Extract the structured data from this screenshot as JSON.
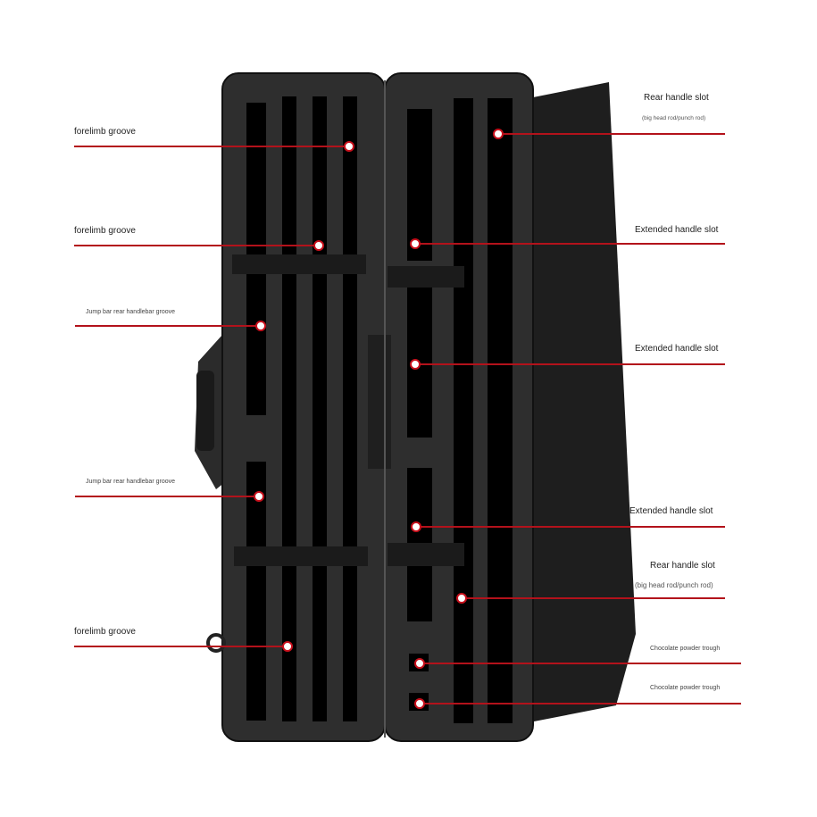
{
  "colors": {
    "accent": "#c8101c",
    "case": "#2a2a2a",
    "slot": "#000000"
  },
  "callouts_left": [
    {
      "label": "forelimb groove"
    },
    {
      "label": "forelimb groove"
    },
    {
      "label": "Jump bar rear handlebar groove"
    },
    {
      "label": "Jump bar rear handlebar groove"
    },
    {
      "label": "forelimb groove"
    }
  ],
  "callouts_right": [
    {
      "label": "Rear handle slot",
      "sub": "(big head rod/punch rod)"
    },
    {
      "label": "Extended handle slot"
    },
    {
      "label": "Extended handle slot"
    },
    {
      "label": "Extended handle slot"
    },
    {
      "label": "Rear handle slot",
      "sub": "(big head rod/punch rod)"
    },
    {
      "label": "Chocolate powder trough"
    },
    {
      "label": "Chocolate powder trough"
    }
  ]
}
